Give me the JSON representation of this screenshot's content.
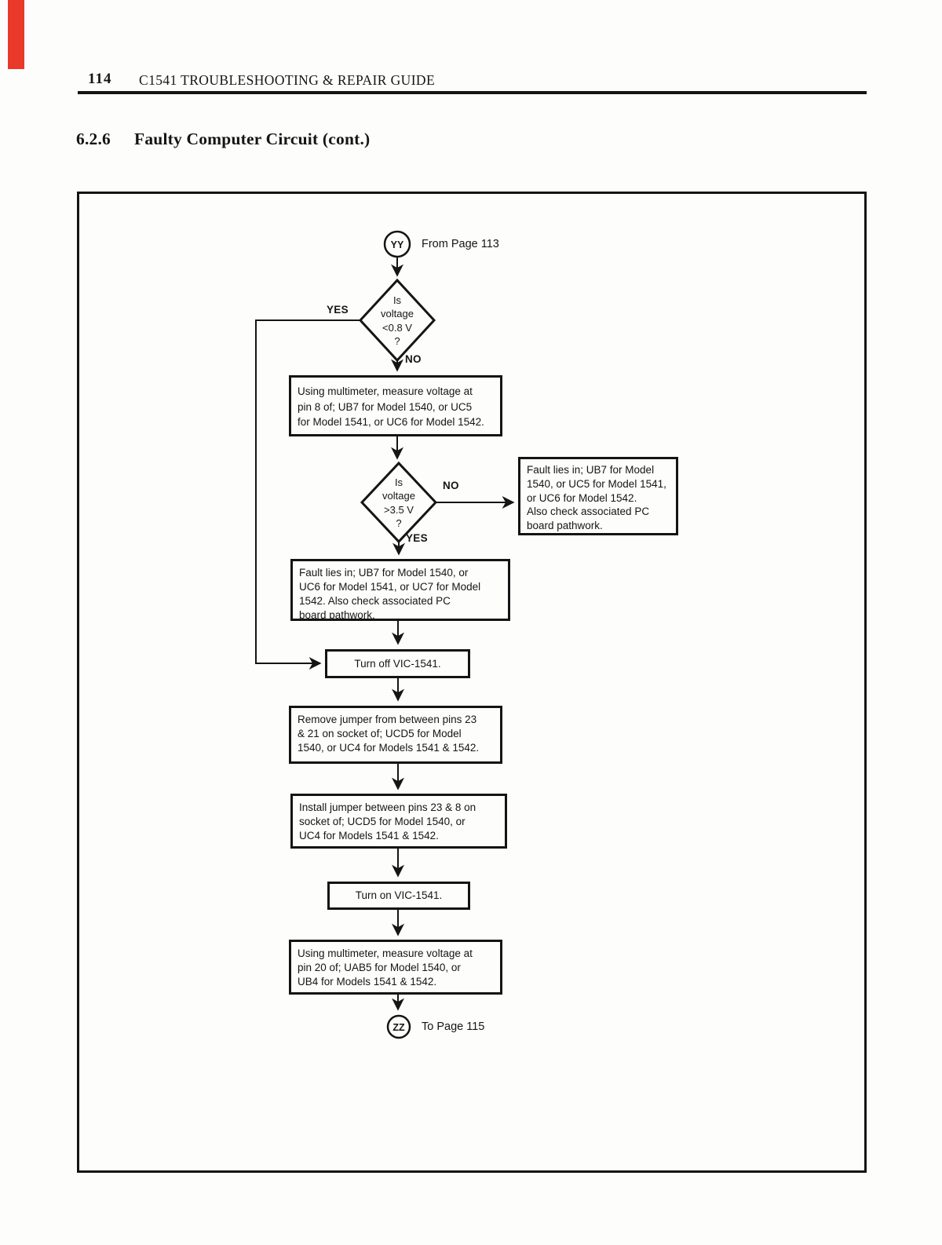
{
  "page": {
    "page_number": "114",
    "header_title": "C1541 TROUBLESHOOTING & REPAIR GUIDE",
    "section_number": "6.2.6",
    "section_title": "Faulty Computer Circuit (cont.)"
  },
  "flowchart": {
    "start": {
      "id": "YY",
      "caption": "From Page 113"
    },
    "end": {
      "id": "ZZ",
      "caption": "To Page 115"
    },
    "decision_voltage_low": {
      "text": "Is\nvoltage\n<0.8 V\n?",
      "yes": "YES",
      "no": "NO"
    },
    "decision_voltage_high": {
      "text": "Is\nvoltage\n>3.5 V\n?",
      "yes": "YES",
      "no": "NO"
    },
    "process_measure_pin8": "Using multimeter, measure voltage at\npin 8 of; UB7 for Model 1540, or UC5\nfor Model 1541, or UC6 for Model 1542.",
    "fault_branch_no": "Fault lies in; UB7 for Model\n1540, or UC5 for Model 1541,\nor UC6 for Model 1542.\nAlso check associated PC\nboard pathwork.",
    "fault_branch_yes": "Fault lies in; UB7 for Model 1540, or\nUC6 for Model 1541, or UC7 for Model\n1542. Also check associated PC\nboard pathwork.",
    "process_turn_off": "Turn off VIC-1541.",
    "process_remove_jumper": "Remove jumper from between pins 23\n& 21 on socket of; UCD5 for Model\n1540, or UC4 for Models 1541 & 1542.",
    "process_install_jumper": "Install jumper between pins 23 & 8 on\nsocket of; UCD5 for Model 1540, or\nUC4 for Models 1541 & 1542.",
    "process_turn_on": "Turn on VIC-1541.",
    "process_measure_pin20": "Using multimeter, measure voltage at\npin 20 of; UAB5 for Model 1540, or\nUB4 for Models 1541 & 1542."
  },
  "colors": {
    "ink": "#151515",
    "edge_marker_red": "#e8392b",
    "paper": "#fdfdfc"
  }
}
